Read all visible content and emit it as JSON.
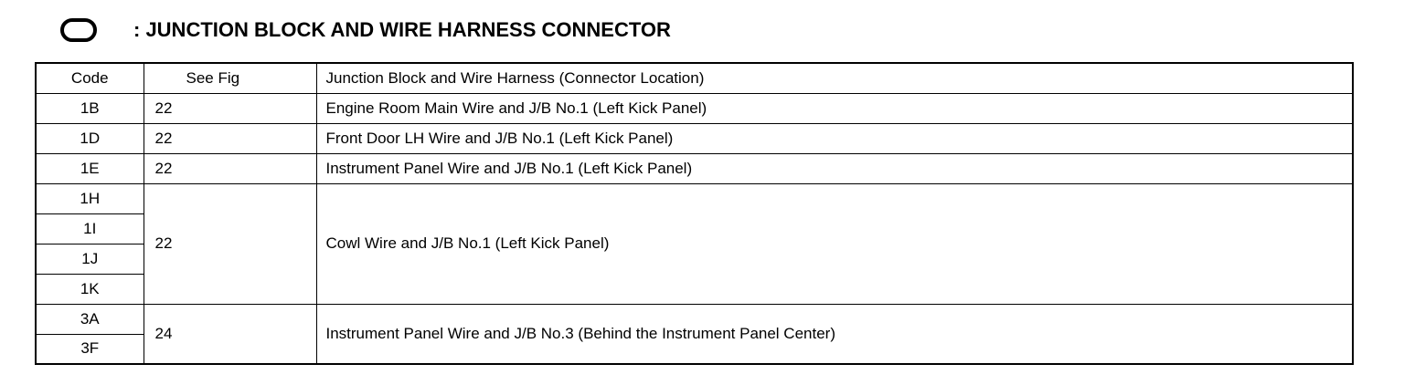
{
  "header": {
    "symbol_icon": "rounded-rectangle-connector-icon",
    "title": ": JUNCTION BLOCK AND WIRE HARNESS CONNECTOR"
  },
  "table": {
    "columns": [
      "Code",
      "See Fig",
      "Junction Block and Wire Harness (Connector Location)"
    ],
    "groups": [
      {
        "codes": [
          "1B"
        ],
        "see_fig": "22",
        "location": "Engine Room Main Wire and J/B No.1 (Left Kick Panel)"
      },
      {
        "codes": [
          "1D"
        ],
        "see_fig": "22",
        "location": "Front Door LH Wire and J/B No.1 (Left Kick Panel)"
      },
      {
        "codes": [
          "1E"
        ],
        "see_fig": "22",
        "location": "Instrument Panel Wire and J/B No.1 (Left Kick Panel)"
      },
      {
        "codes": [
          "1H",
          "1I",
          "1J",
          "1K"
        ],
        "see_fig": "22",
        "location": "Cowl Wire and J/B No.1 (Left Kick Panel)"
      },
      {
        "codes": [
          "3A",
          "3F"
        ],
        "see_fig": "24",
        "location": "Instrument Panel Wire and J/B No.3 (Behind the Instrument Panel Center)"
      }
    ]
  }
}
